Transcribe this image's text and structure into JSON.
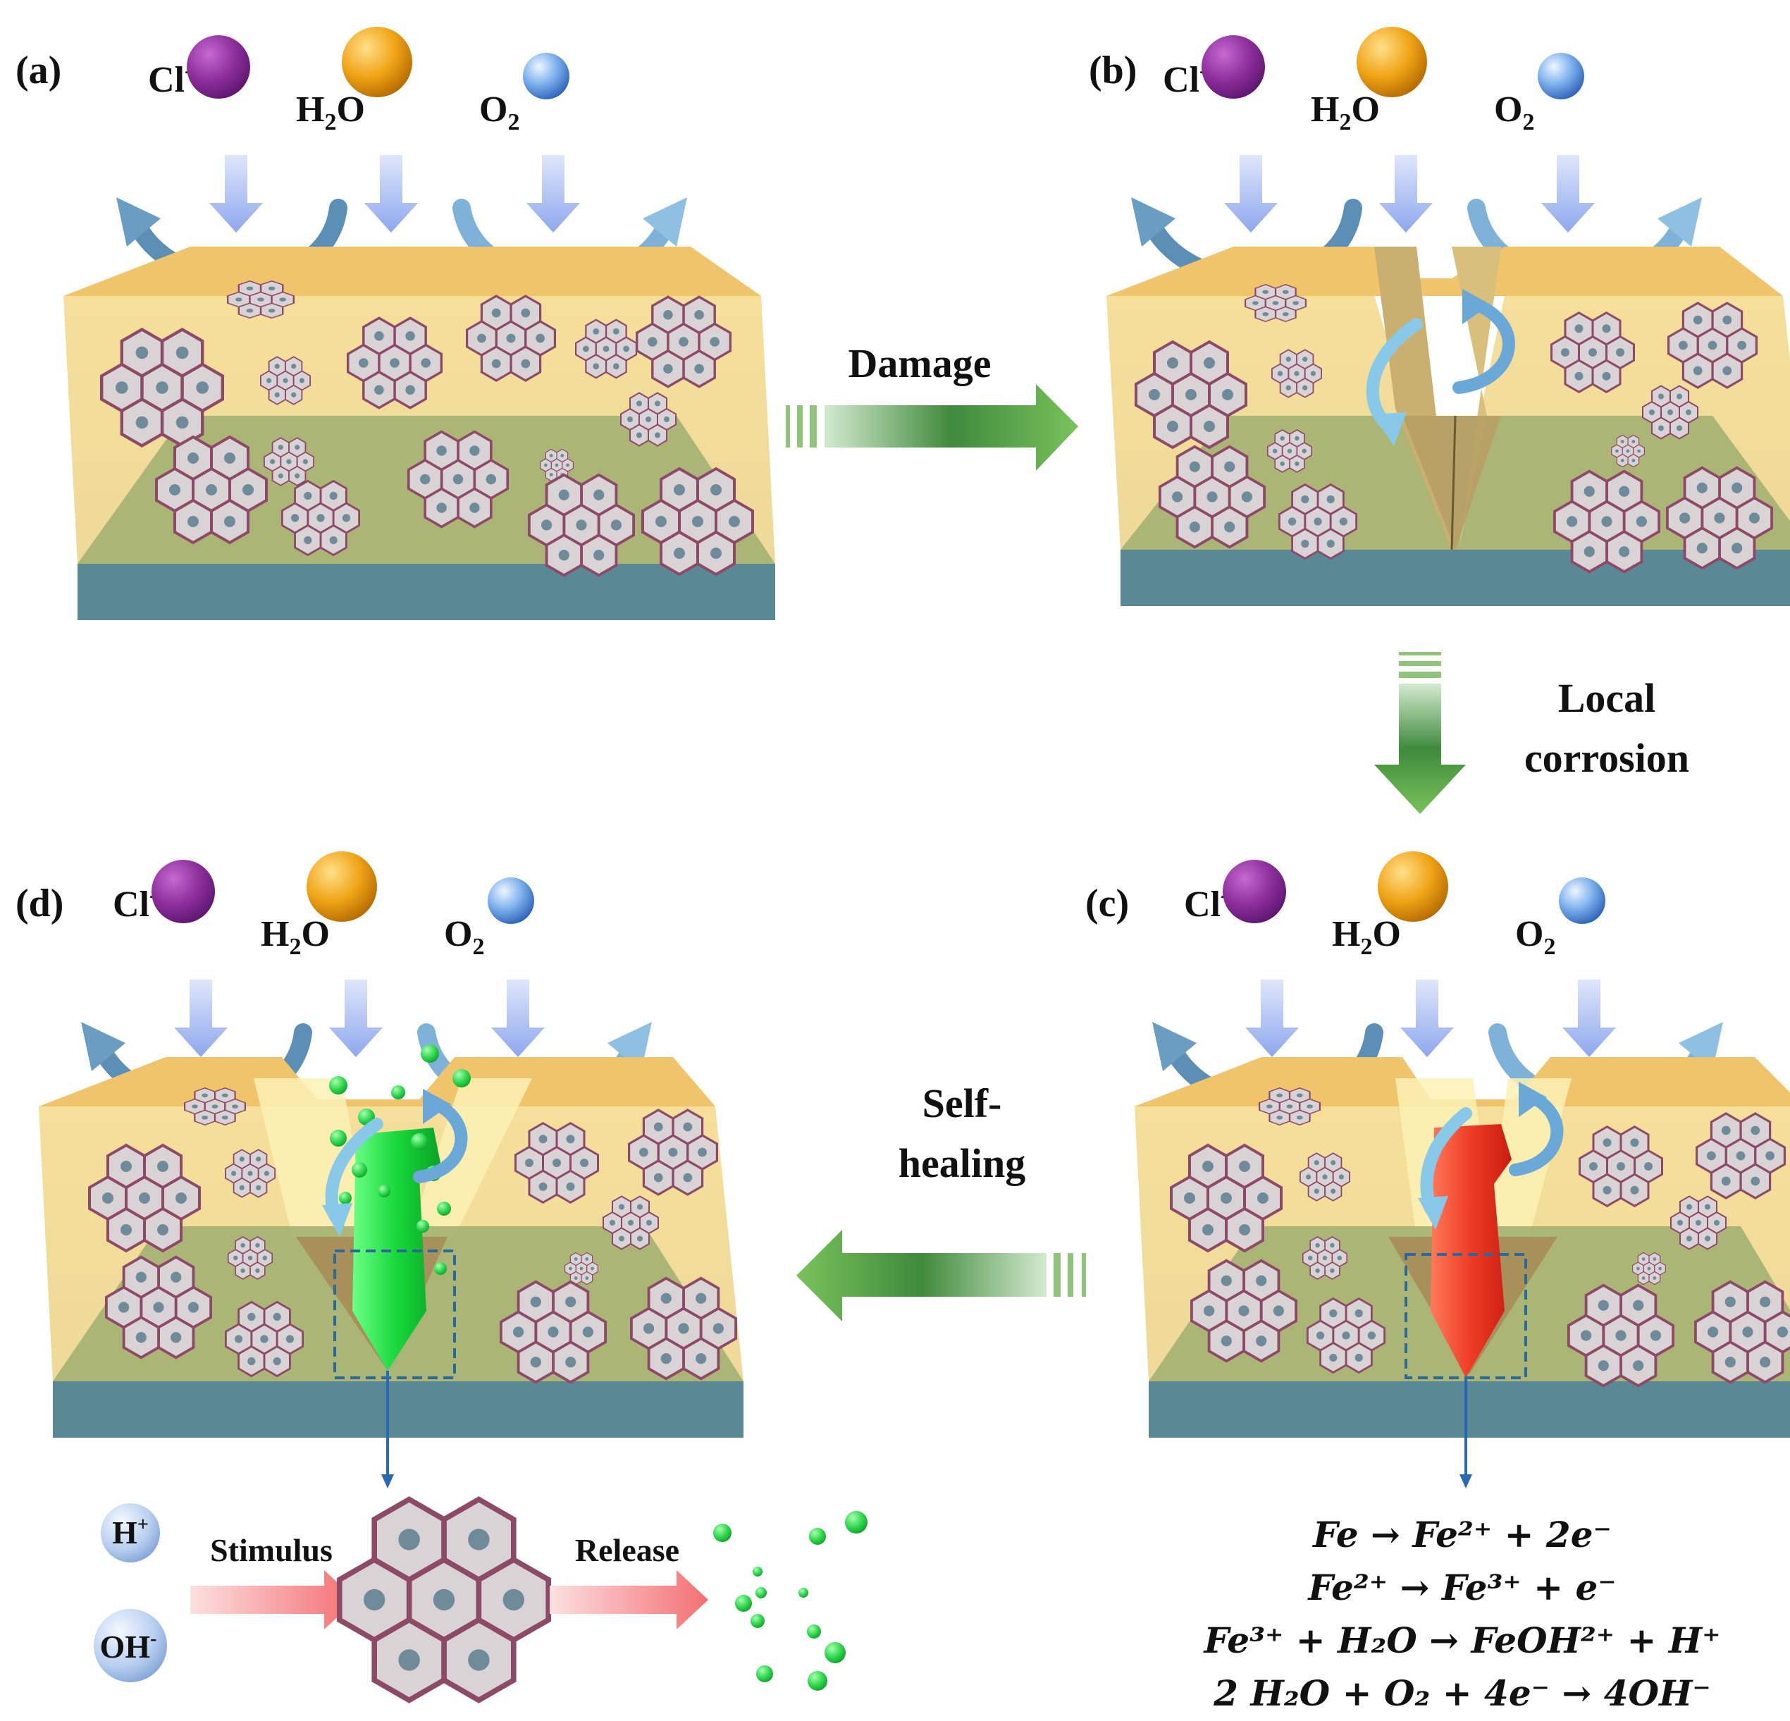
{
  "panels": {
    "a": {
      "label": "(a)"
    },
    "b": {
      "label": "(b)"
    },
    "c": {
      "label": "(c)"
    },
    "d": {
      "label": "(d)"
    }
  },
  "species": {
    "cl": "Cl",
    "cl_sup": "-",
    "h2o_h": "H",
    "h2o_sub": "2",
    "h2o_o": "O",
    "o2_o": "O",
    "o2_sub": "2"
  },
  "transitions": {
    "damage": "Damage",
    "local_corrosion_line1": "Local",
    "local_corrosion_line2": "corrosion",
    "self_healing_line1": "Self-",
    "self_healing_line2": "healing"
  },
  "release_scheme": {
    "h_plus": "H",
    "h_plus_sup": "+",
    "oh_minus": "OH",
    "oh_minus_sup": "-",
    "stimulus": "Stimulus",
    "release": "Release"
  },
  "equations": [
    "Fe → Fe²⁺ + 2e⁻",
    "Fe²⁺ → Fe³⁺ + e⁻",
    "Fe³⁺ + H₂O → FeOH²⁺ + H⁺",
    "2 H₂O + O₂ + 4e⁻ → 4OH⁻"
  ],
  "colors": {
    "coating": "#f3dc96",
    "coating_top": "#f2c66a",
    "green_layer": "#9aaa6d",
    "substrate": "#5a8894",
    "chloride": "#8e2f9c",
    "water": "#f0a416",
    "oxygen": "#4a86d6",
    "corrosion_product": "#ee3b24",
    "inhibitor": "#2fd64d",
    "process_arrow": "#5fa24a"
  }
}
